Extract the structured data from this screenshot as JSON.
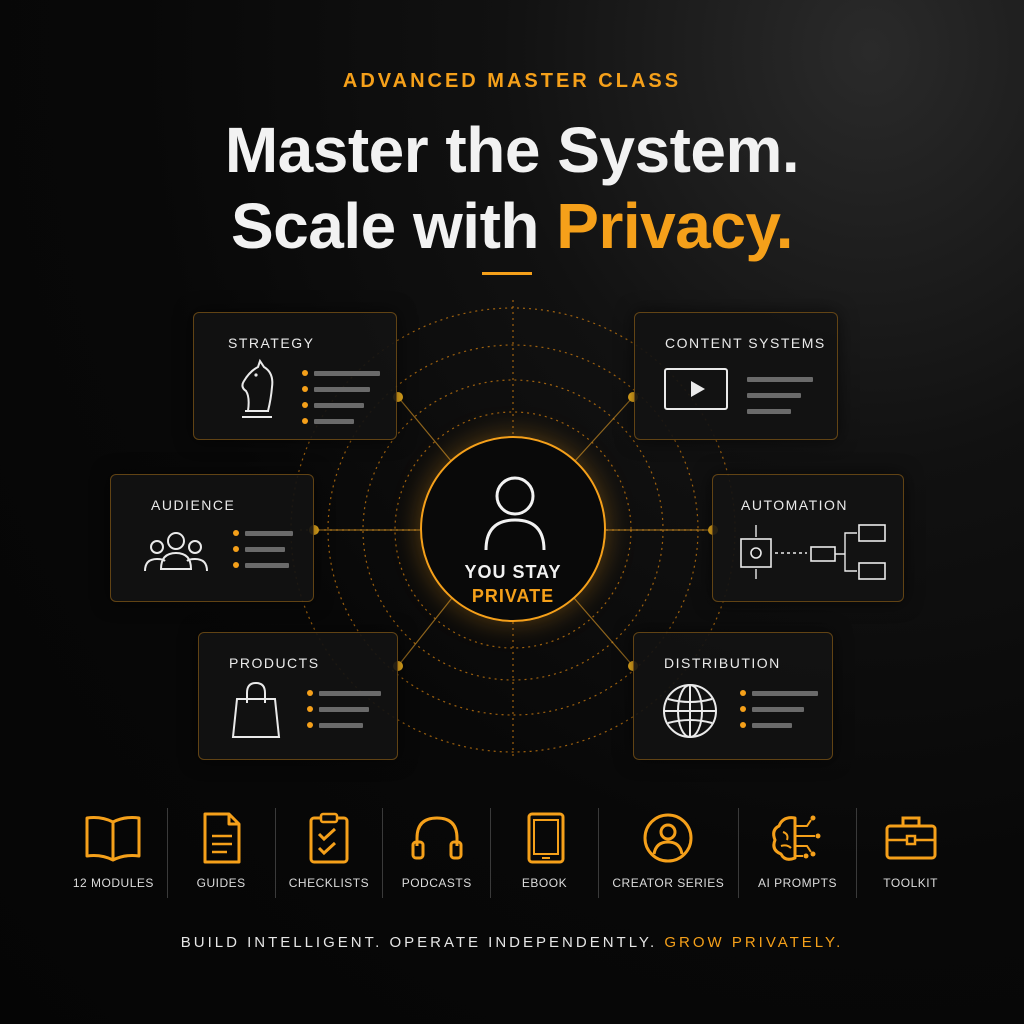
{
  "header": {
    "eyebrow": "ADVANCED MASTER CLASS",
    "headline_line1": "Master the System.",
    "headline_line2_prefix": "Scale with ",
    "headline_line2_accent": "Privacy."
  },
  "center": {
    "line1": "YOU STAY",
    "line2": "PRIVATE",
    "icon": "person-icon"
  },
  "cards": [
    {
      "title": "STRATEGY",
      "icon": "chess-knight-icon"
    },
    {
      "title": "CONTENT SYSTEMS",
      "icon": "video-play-icon"
    },
    {
      "title": "AUDIENCE",
      "icon": "group-icon"
    },
    {
      "title": "AUTOMATION",
      "icon": "workflow-gear-icon"
    },
    {
      "title": "PRODUCTS",
      "icon": "shopping-bag-icon"
    },
    {
      "title": "DISTRIBUTION",
      "icon": "globe-icon"
    }
  ],
  "resources": [
    {
      "label": "12 MODULES",
      "icon": "open-book-icon"
    },
    {
      "label": "GUIDES",
      "icon": "document-icon"
    },
    {
      "label": "CHECKLISTS",
      "icon": "clipboard-check-icon"
    },
    {
      "label": "PODCASTS",
      "icon": "headphones-icon"
    },
    {
      "label": "EBOOK",
      "icon": "ebook-icon"
    },
    {
      "label": "CREATOR SERIES",
      "icon": "user-circle-icon"
    },
    {
      "label": "AI PROMPTS",
      "icon": "ai-brain-icon"
    },
    {
      "label": "TOOLKIT",
      "icon": "toolbox-icon"
    }
  ],
  "tagline": {
    "prefix": "BUILD INTELLIGENT. OPERATE INDEPENDENTLY. ",
    "accent": "GROW PRIVATELY."
  },
  "colors": {
    "accent": "#f5a01a",
    "background": "#080808",
    "text": "#f2f2f2"
  }
}
